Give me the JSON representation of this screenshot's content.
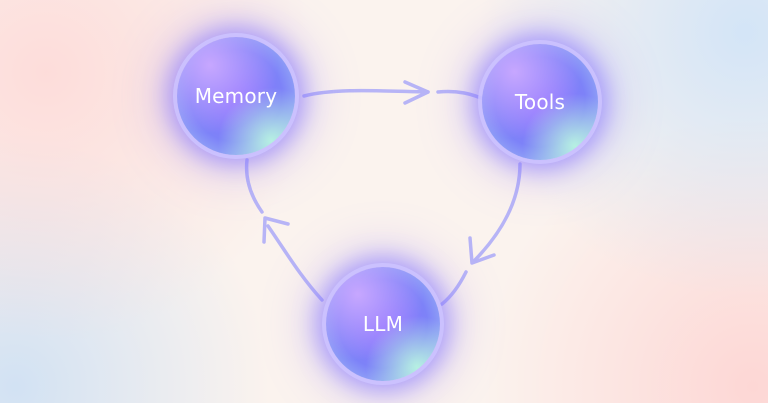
{
  "diagram": {
    "nodes": [
      {
        "id": "memory",
        "label": "Memory"
      },
      {
        "id": "tools",
        "label": "Tools"
      },
      {
        "id": "llm",
        "label": "LLM"
      }
    ],
    "edges": [
      {
        "from": "memory",
        "to": "tools"
      },
      {
        "from": "tools",
        "to": "llm"
      },
      {
        "from": "llm",
        "to": "memory"
      }
    ]
  },
  "colors": {
    "arrow": "#b7b4f6",
    "node_core": "#8f73ff",
    "node_glow": "#806eff",
    "node_highlight": "#b6f0e2",
    "background": "#fbf3ee"
  }
}
